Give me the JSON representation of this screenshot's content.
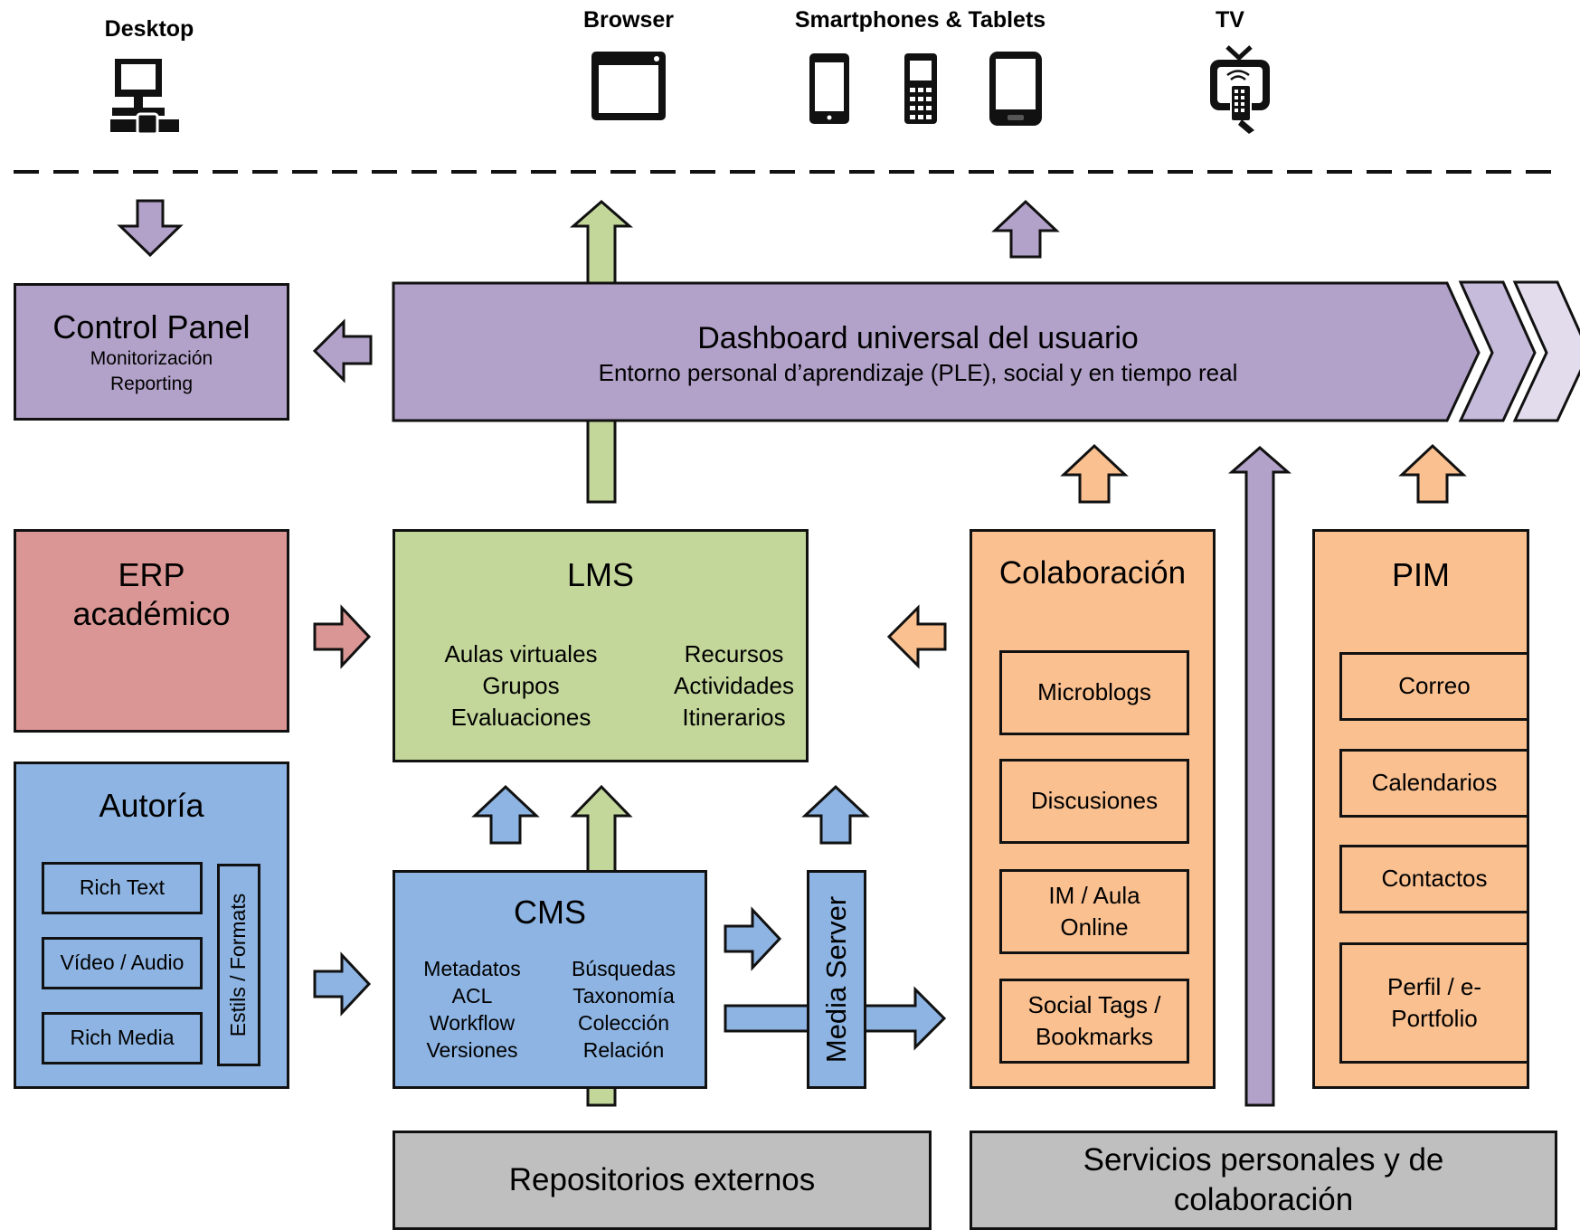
{
  "devices": {
    "desktop": "Desktop",
    "browser": "Browser",
    "smartphones": "Smartphones & Tablets",
    "tv": "TV"
  },
  "control_panel": {
    "title": "Control Panel",
    "line1": "Monitorización",
    "line2": "Reporting"
  },
  "dashboard": {
    "title": "Dashboard universal del usuario",
    "subtitle": "Entorno personal d’aprendizaje (PLE), social y en tiempo real"
  },
  "erp": {
    "line1": "ERP",
    "line2": "académico"
  },
  "lms": {
    "title": "LMS",
    "left": [
      "Aulas virtuales",
      "Grupos",
      "Evaluaciones"
    ],
    "right": [
      "Recursos",
      "Actividades",
      "Itinerarios"
    ]
  },
  "autoria": {
    "title": "Autoría",
    "items": [
      "Rich Text",
      "Vídeo / Audio",
      "Rich Media"
    ],
    "side": "Estils / Formats"
  },
  "cms": {
    "title": "CMS",
    "left": [
      "Metadatos",
      "ACL",
      "Workflow",
      "Versiones"
    ],
    "right": [
      "Búsquedas",
      "Taxonomía",
      "Colección",
      "Relación"
    ]
  },
  "media_server": "Media Server",
  "colaboracion": {
    "title": "Colaboración",
    "items": [
      "Microblogs",
      "Discusiones",
      "IM / Aula Online",
      "Social Tags / Bookmarks"
    ]
  },
  "pim": {
    "title": "PIM",
    "items": [
      "Correo",
      "Calendarios",
      "Contactos",
      "Perfil / e-Portfolio"
    ]
  },
  "repositorios": "Repositorios externos",
  "servicios": "Servicios personales y de colaboración",
  "colors": {
    "purple": "#b2a2c9",
    "purple_light": "#d3cbe3",
    "green": "#c4d79b",
    "red": "#da9694",
    "blue": "#8db4e2",
    "orange": "#fac090",
    "gray": "#bfbfbf"
  }
}
